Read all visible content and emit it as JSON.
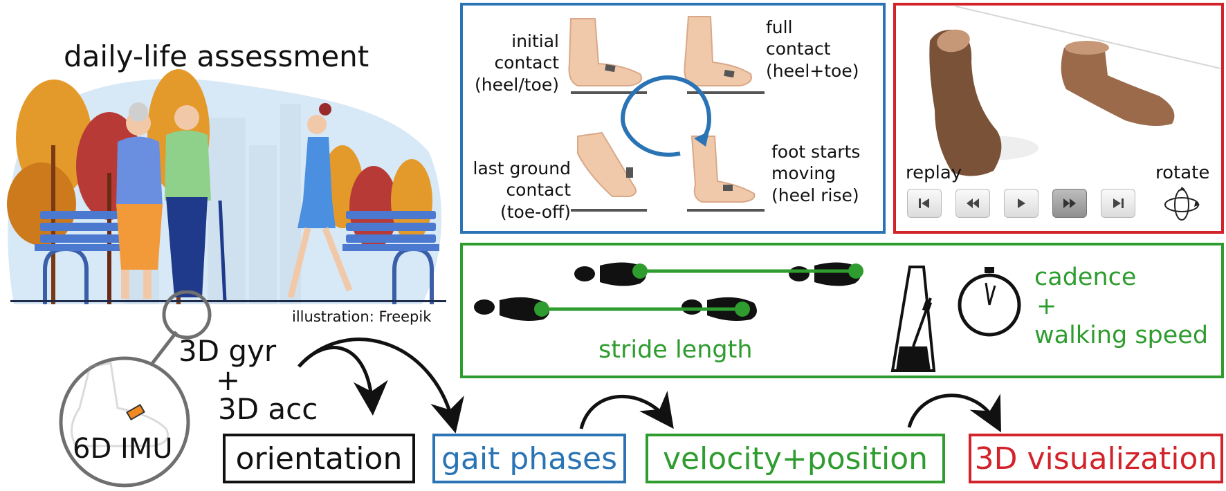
{
  "left": {
    "title": "daily-life assessment",
    "credit": "illustration: Freepik",
    "sensor_label": "6D IMU",
    "inputs": {
      "gyr": "3D gyr",
      "plus": "+",
      "acc": "3D acc"
    }
  },
  "gait_phases_panel": {
    "phases": {
      "initial_contact": [
        "initial",
        "contact",
        "(heel/toe)"
      ],
      "full_contact": [
        "full",
        "contact",
        "(heel+toe)"
      ],
      "last_ground_contact": [
        "last ground",
        "contact",
        "(toe-off)"
      ],
      "foot_moving": [
        "foot starts",
        "moving",
        "(heel rise)"
      ]
    }
  },
  "visualization_panel": {
    "replay_label": "replay",
    "rotate_label": "rotate",
    "controls": [
      {
        "name": "skip-back",
        "icon": "skip-back-icon"
      },
      {
        "name": "rewind",
        "icon": "rewind-icon"
      },
      {
        "name": "play",
        "icon": "play-icon"
      },
      {
        "name": "fast-forward",
        "icon": "fast-forward-icon",
        "active": true
      },
      {
        "name": "skip-forward",
        "icon": "skip-forward-icon"
      }
    ]
  },
  "stride_panel": {
    "stride_label": "stride length",
    "metrics": [
      "cadence",
      "+",
      "walking speed"
    ]
  },
  "pipeline": {
    "orientation": "orientation",
    "gait_phases": "gait phases",
    "velocity_position": "velocity+position",
    "visualization": "3D visualization"
  },
  "colors": {
    "blue": "#2a74b5",
    "red": "#d2232a",
    "green": "#2e9c2e",
    "black": "#111111"
  }
}
